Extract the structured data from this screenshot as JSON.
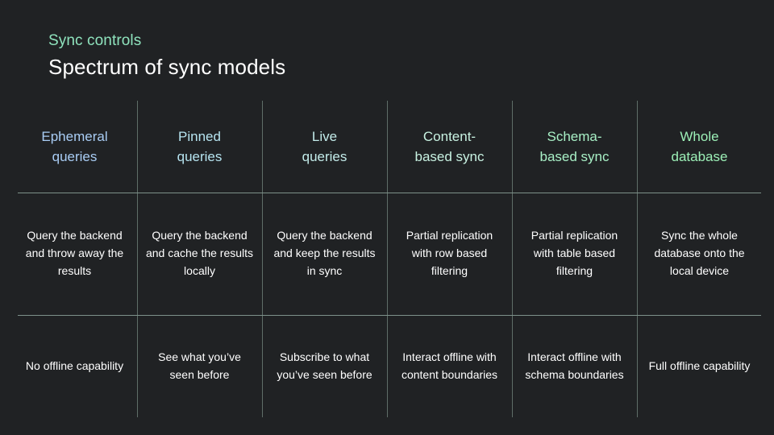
{
  "slide": {
    "background_color": "#202224",
    "eyebrow": "Sync controls",
    "eyebrow_color": "#8fe3bd",
    "title": "Spectrum of sync models",
    "title_color": "#ffffff",
    "divider_color": "#7e918a"
  },
  "table": {
    "columns": [
      {
        "header": "Ephemeral\nqueries",
        "header_line1": "Ephemeral",
        "header_line2": "queries",
        "header_color": "#a9cdf5",
        "description": "Query the backend and throw away the results",
        "capability": "No offline capability"
      },
      {
        "header": "Pinned\nqueries",
        "header_line1": "Pinned",
        "header_line2": "queries",
        "header_color": "#b6e4f0",
        "description": "Query the backend and cache the results locally",
        "capability": "See what you’ve seen before"
      },
      {
        "header": "Live\nqueries",
        "header_line1": "Live",
        "header_line2": "queries",
        "header_color": "#c3ecea",
        "description": "Query the backend and keep the results in sync",
        "capability": "Subscribe to what you’ve seen before"
      },
      {
        "header": "Content-\nbased sync",
        "header_line1": "Content-",
        "header_line2": "based sync",
        "header_color": "#c8f2e2",
        "description": "Partial replication with row based filtering",
        "capability": "Interact offline with content boundaries"
      },
      {
        "header": "Schema-\nbased sync",
        "header_line1": "Schema-",
        "header_line2": "based sync",
        "header_color": "#a8f0c6",
        "description": "Partial replication with table based filtering",
        "capability": "Interact offline with schema boundaries"
      },
      {
        "header": "Whole\ndatabase",
        "header_line1": "Whole",
        "header_line2": "database",
        "header_color": "#9cf0b7",
        "description": "Sync the whole database onto the local device",
        "capability": "Full offline capability"
      }
    ]
  }
}
